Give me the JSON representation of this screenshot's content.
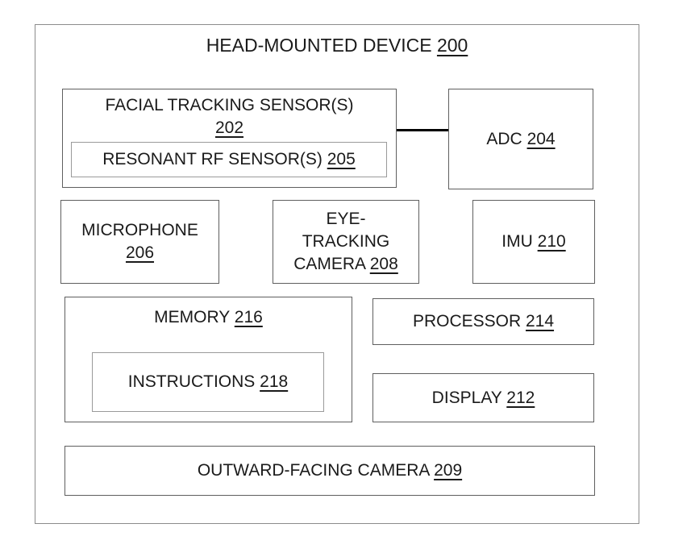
{
  "diagram": {
    "title": {
      "label": "HEAD-MOUNTED DEVICE",
      "ref": "200"
    },
    "blocks": {
      "facial_tracking": {
        "label": "FACIAL TRACKING SENSOR(S)",
        "ref": "202"
      },
      "resonant_rf": {
        "label": "RESONANT RF SENSOR(S)",
        "ref": "205"
      },
      "adc": {
        "label": "ADC",
        "ref": "204"
      },
      "microphone": {
        "label": "MICROPHONE",
        "ref": "206"
      },
      "eye_tracking": {
        "line1": "EYE-",
        "line2": "TRACKING",
        "line3": "CAMERA",
        "ref": "208"
      },
      "imu": {
        "label": "IMU",
        "ref": "210"
      },
      "memory": {
        "label": "MEMORY",
        "ref": "216"
      },
      "instructions": {
        "label": "INSTRUCTIONS",
        "ref": "218"
      },
      "processor": {
        "label": "PROCESSOR",
        "ref": "214"
      },
      "display": {
        "label": "DISPLAY",
        "ref": "212"
      },
      "outward_camera": {
        "label": "OUTWARD-FACING CAMERA",
        "ref": "209"
      }
    },
    "colors": {
      "background": "#ffffff",
      "box_border": "#5f5f5f",
      "frame_border": "#8c8c8c",
      "inner_border": "#9a9a9a",
      "text": "#1a1a1a",
      "connector": "#000000"
    }
  }
}
